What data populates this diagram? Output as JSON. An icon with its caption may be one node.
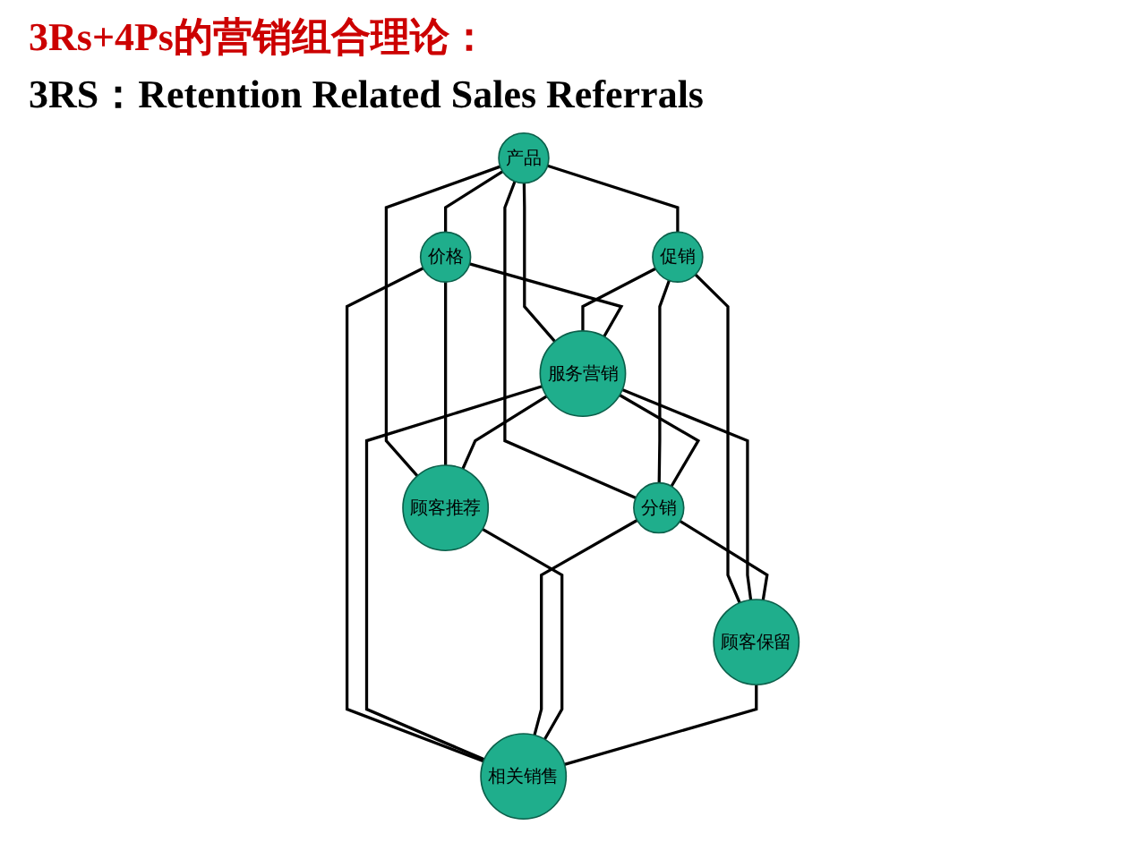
{
  "diagram": {
    "nodes": [
      {
        "text": [
          "产品"
        ]
      },
      {
        "text": [
          "促销"
        ]
      },
      {
        "text": [
          "价格"
        ]
      },
      {
        "text": [
          "服务营销"
        ]
      },
      {
        "text": [
          "分销"
        ]
      },
      {
        "text": [
          "顾客推荐"
        ]
      },
      {
        "text": [
          "顾客保留"
        ]
      },
      {
        "text": [
          "相关销售"
        ]
      }
    ],
    "edges": [
      {
        "from": 0,
        "to": 1,
        "arrow": "none"
      },
      {
        "from": 0,
        "to": 2,
        "arrow": "none"
      },
      {
        "from": 0,
        "to": 3,
        "arrow": "none"
      },
      {
        "from": 0,
        "to": 4,
        "arrow": "none"
      },
      {
        "from": 0,
        "to": 5,
        "arrow": "none"
      },
      {
        "from": 1,
        "to": 3,
        "arrow": "none"
      },
      {
        "from": 1,
        "to": 4,
        "arrow": "none"
      },
      {
        "from": 1,
        "to": 6,
        "arrow": "none"
      },
      {
        "from": 2,
        "to": 3,
        "arrow": "none"
      },
      {
        "from": 2,
        "to": 5,
        "arrow": "none"
      },
      {
        "from": 2,
        "to": 7,
        "arrow": "none"
      },
      {
        "from": 3,
        "to": 4,
        "arrow": "none"
      },
      {
        "from": 3,
        "to": 5,
        "arrow": "none"
      },
      {
        "from": 3,
        "to": 6,
        "arrow": "none"
      },
      {
        "from": 3,
        "to": 7,
        "arrow": "none"
      },
      {
        "from": 4,
        "to": 6,
        "arrow": "none"
      },
      {
        "from": 4,
        "to": 7,
        "arrow": "none"
      },
      {
        "from": 5,
        "to": 7,
        "arrow": "none"
      },
      {
        "from": 6,
        "to": 7,
        "arrow": "none"
      }
    ],
    "labels": [
      "3Rs+4Ps的营销组合理论：",
      "3RS：Retention Related Sales Referrals"
    ]
  }
}
